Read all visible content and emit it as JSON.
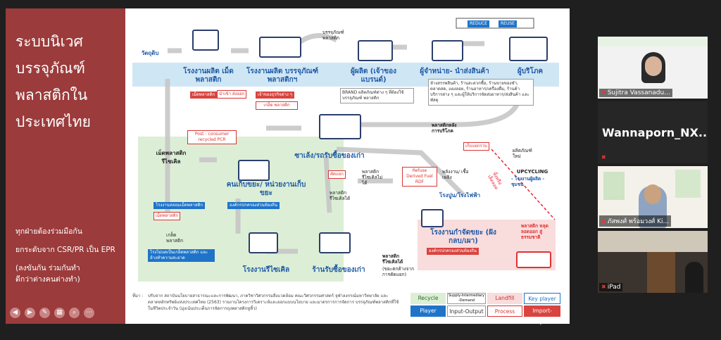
{
  "slide": {
    "title_lines": [
      "ระบบนิเวศ",
      "บรรจุภัณฑ์",
      "พลาสติกใน",
      "ประเทศไทย"
    ],
    "left_notes": [
      "ทุกฝ่ายต้องร่วมมือกัน",
      "ยกระดับจาก CSR/PR เป็น EPR",
      "(ลงขันกัน ร่วมกันทำ",
      "ดีกว่าต่างคนต่างทำ)"
    ],
    "nodes": {
      "raw": "วัตถุดิบ",
      "resin": "โรงงานผลิต เม็ดพลาสติก",
      "pack": "โรงงานผลิต บรรจุภัณฑ์พลาสติกฯ",
      "producer": "ผู้ผลิต (เจ้าของแบรนด์)",
      "distributor": "ผู้จำหน่าย- นำส่งสินค้า",
      "consumer": "ผู้บริโภค",
      "collector": "ซาเล้ง/รถรับซื้อของเก่า",
      "waste_unit": "คนเก็บขยะ/ หน่วยงานเก็บขยะ",
      "waste_org": "องค์กรปกครองส่วนท้องถิ่น",
      "recycle_factory": "โรงงานรีไซเคิล",
      "junk_shop": "ร้านรับซื้อของเก่า",
      "disposal": "โรงงานกำจัดขยะ (ฝังกลบ/เผา)",
      "disposal_org": "องค์กรปกครองส่วนท้องถิ่น",
      "pellet": "เม็ดพลาสติก รีไซเคิล",
      "power": "พลังงาน/ เชื้อเพลิง",
      "cement": "โรงปูน/โรงไฟฟ้า",
      "upcycling": "UPCYCLING",
      "upcycling_list": "- โรงงานผู้ผลิต - ชุมชน",
      "leak": "พลาสติก หลุดลอดออก สู่ธรรมชาติ",
      "reduce": "REDUCE",
      "reuse": "REUSE",
      "pack_plastic": "บรรจุภัณฑ์ พลาสติก",
      "brand_note": "BRAND ผลิตภัณฑ์ต่าง ๆ ที่ต้องใช้บรรจุภัณฑ์ พลาสติก",
      "shop_note": "ห้างสรรพสินค้า, ร้านสะดวกซื้อ, ร้านขายของชำ, ตลาดสด, แผงลอย, ร้านอาหาร/เครื่องดื่ม, ร้านค้าบริการต่าง ๆ และผู้ให้บริการจัดส่งอาหาร/ส่งสินค้า และ พัสดุ",
      "pcr": "Post - consumer recycled PCR",
      "rdf": "Refuse Derived Fuel RDF",
      "nonrec": "พลาสติก รีไซเคิลไม่ได้",
      "rec": "พลาสติก รีไซเคิลได้",
      "rec2": "พลาสติก รีไซเคิลได้",
      "rec2_note": "(ขยะตกค้างจาก การคัดแยก)",
      "after_use": "พลาสติกหลัง การบริโภค",
      "owner": "เจ้าของธุรกิจต่าง ๆ",
      "pellet_factory": "โรงงานหลอมเม็ดพลาสติก",
      "sort_factory": "โรงไม่บดเป็นเกล็ดพลาสติก และล้างทำความสะอาด",
      "clean_plastic": "เกล็ด พลาสติก",
      "raw_plastic": "เม็ดพลาสติก",
      "sell_tag": "นำเข้า ส่งออก",
      "cut_tag": "คัดแยก",
      "new_made": "ผลิตภัณฑ์ ใหม่",
      "sort_tag": "เก็บแยกรวบ",
      "dotted_flow": "ทิ้งหรือเล็ดลอด"
    },
    "legend": {
      "recycle": "Recycle",
      "supply": "Supply-Intermediary -Demand",
      "landfill": "Landfill",
      "key_player": "Key player",
      "player": "Player",
      "io": "Input-Output",
      "process": "Process",
      "import_export": "Import-Export"
    },
    "source_label": "ที่มา :",
    "source_text": "ปรับจาก สถาบันนโยบายสาธารณะและการพัฒนา, ภาควิชาวิศวกรรมสิ่งแวดล้อม คณะวิศวกรรมศาสตร์ จุฬาลงกรณ์มหาวิทยาลัย และตลาดหลักทรัพย์แห่งประเทศไทย (2563) รายงานโครงการวิเคราะห์และออกแบบนโยบาย และมาตรการการจัดการ บรรจุภัณฑ์พลาสติกที่ใช้ในชีวิตประจำวัน (มุ่งเน้นประเด็นการจัดการถุงพลาสติกหูหิ้ว)"
  },
  "participants": [
    {
      "name": "Sujitra Vassanadu...",
      "type": "video"
    },
    {
      "name": "Wannaporn_NX...",
      "type": "name-only"
    },
    {
      "name": "ภัสพงศ์ พร้อมวงศ์ Ki...",
      "type": "video"
    },
    {
      "name": "iPad",
      "type": "video"
    }
  ],
  "colors": {
    "left_panel": "#9b3b3b",
    "band_blue": "#cfe6f5",
    "band_green": "#dcefd6",
    "band_pink": "#f9dcdc",
    "node_blue": "#1f5aa6",
    "tag_red": "#d9443f"
  }
}
